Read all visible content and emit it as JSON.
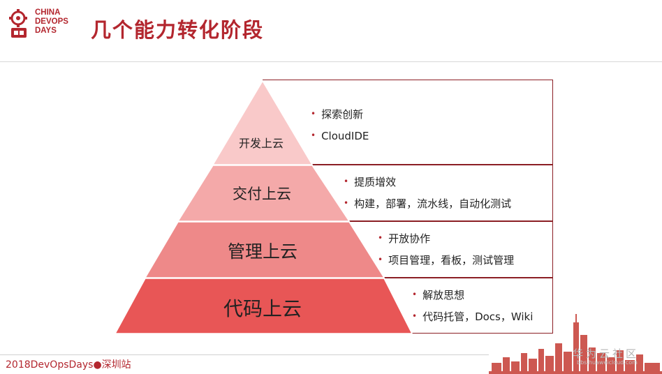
{
  "logo": {
    "line1": "CHINA",
    "line2": "DEVOPS",
    "line3": "DAYS"
  },
  "title": "几个能力转化阶段",
  "levels": [
    {
      "label": "开发上云",
      "color": "#f9c9c9",
      "bullets": [
        "探索创新",
        "CloudIDE"
      ]
    },
    {
      "label": "交付上云",
      "color": "#f4a9a9",
      "bullets": [
        "提质增效",
        "构建，部署，流水线，自动化测试"
      ]
    },
    {
      "label": "管理上云",
      "color": "#ee8989",
      "bullets": [
        "开放协作",
        "项目管理，看板，测试管理"
      ]
    },
    {
      "label": "代码上云",
      "color": "#e85656",
      "bullets": [
        "解放思想",
        "代码托管，Docs，Wiki"
      ]
    }
  ],
  "footer": "2018DevOpsDays●深圳站",
  "watermark": {
    "name": "华为云社区",
    "url": "bbs.huaweicloud.com"
  },
  "colors": {
    "brand": "#b3262e",
    "frame": "#8b1e24"
  }
}
